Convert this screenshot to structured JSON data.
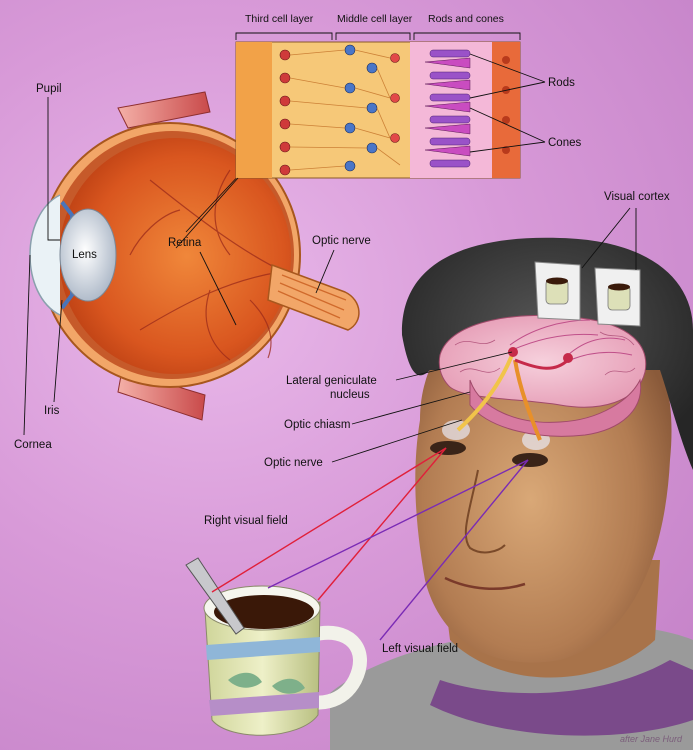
{
  "labels": {
    "pupil": "Pupil",
    "lens": "Lens",
    "iris": "Iris",
    "cornea": "Cornea",
    "retina": "Retina",
    "optic_nerve_eye": "Optic nerve",
    "third_cell_layer": "Third cell layer",
    "middle_cell_layer": "Middle cell layer",
    "rods_and_cones": "Rods and cones",
    "rods": "Rods",
    "cones": "Cones",
    "visual_cortex": "Visual cortex",
    "lgn_line1": "Lateral geniculate",
    "lgn_line2": "nucleus",
    "optic_chiasm": "Optic chiasm",
    "optic_nerve_brain": "Optic nerve",
    "right_visual_field": "Right visual field",
    "left_visual_field": "Left visual field"
  },
  "signature": "after Jane Hurd",
  "colors": {
    "background": "#d89ad8",
    "right_field_ray": "#e0203a",
    "left_field_ray": "#7a2bb5",
    "eye_interior": "#e0622a",
    "sclera": "#f0a060",
    "retina_panel": "#f6c878"
  }
}
